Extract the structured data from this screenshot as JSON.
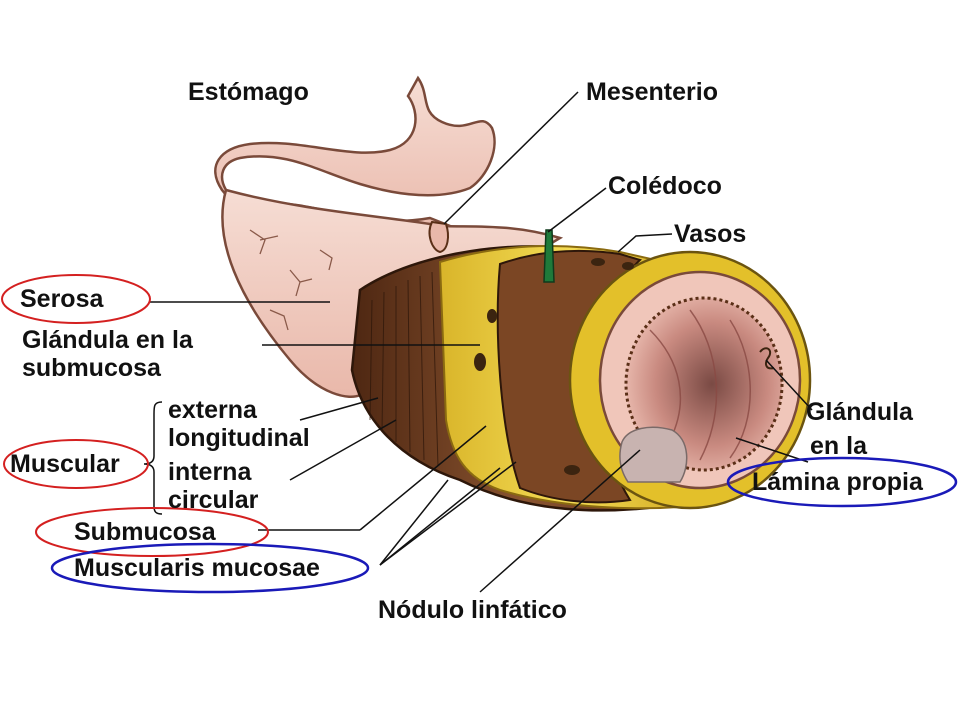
{
  "labels": {
    "estomago": "Estómago",
    "mesenterio": "Mesenterio",
    "coledoco": "Colédoco",
    "vasos": "Vasos",
    "serosa": "Serosa",
    "glandula_submucosa_1": "Glándula en la",
    "glandula_submucosa_2": "submucosa",
    "externa": "externa",
    "longitudinal": "longitudinal",
    "muscular": "Muscular",
    "interna": "interna",
    "circular": "circular",
    "submucosa": "Submucosa",
    "muscularis_mucosae": "Muscularis mucosae",
    "nodulo_linfatico": "Nódulo linfático",
    "glandula_lamina_1": "Glándula",
    "glandula_lamina_2": "en la",
    "lamina_propia": "Lámina propia"
  },
  "colors": {
    "highlight_red": "#d42020",
    "highlight_blue": "#1a1ab8",
    "tissue_pink": "#f3cfc4",
    "muscle_brown": "#6b3a1e",
    "submucosa_yellow": "#e8c832",
    "duct_green": "#1f7a3a"
  }
}
